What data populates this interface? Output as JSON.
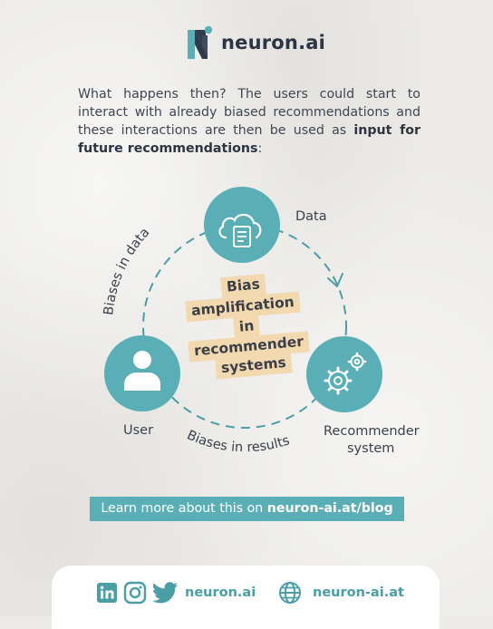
{
  "brand": {
    "name": "neuron.ai",
    "logo_icon": "neuron-logo-icon"
  },
  "intro": {
    "text_plain": "What happens then? The users could start to interact with already biased recommendations and these interactions are then be used as ",
    "text_bold": "input for future recommendations",
    "text_end": ":"
  },
  "diagram": {
    "center_lines": [
      "Bias",
      "amplification",
      "in",
      "recommender",
      "systems"
    ],
    "nodes": {
      "data": {
        "label": "Data",
        "icon": "cloud-document-icon"
      },
      "recommender": {
        "label_line1": "Recommender",
        "label_line2": "system",
        "icon": "gears-icon"
      },
      "user": {
        "label": "User",
        "icon": "user-icon"
      }
    },
    "edges": {
      "left": "Biases in data",
      "bottom": "Biases in results"
    },
    "colors": {
      "node": "#5aafb7",
      "arc": "#4a9ea6",
      "center_bg": "#f3d9b0"
    }
  },
  "cta": {
    "text": "Learn more about this on ",
    "link": "neuron-ai.at/blog"
  },
  "footer": {
    "social_handle": "neuron.ai",
    "website": "neuron-ai.at",
    "icons": [
      "linkedin-icon",
      "instagram-icon",
      "twitter-icon",
      "globe-icon"
    ]
  }
}
